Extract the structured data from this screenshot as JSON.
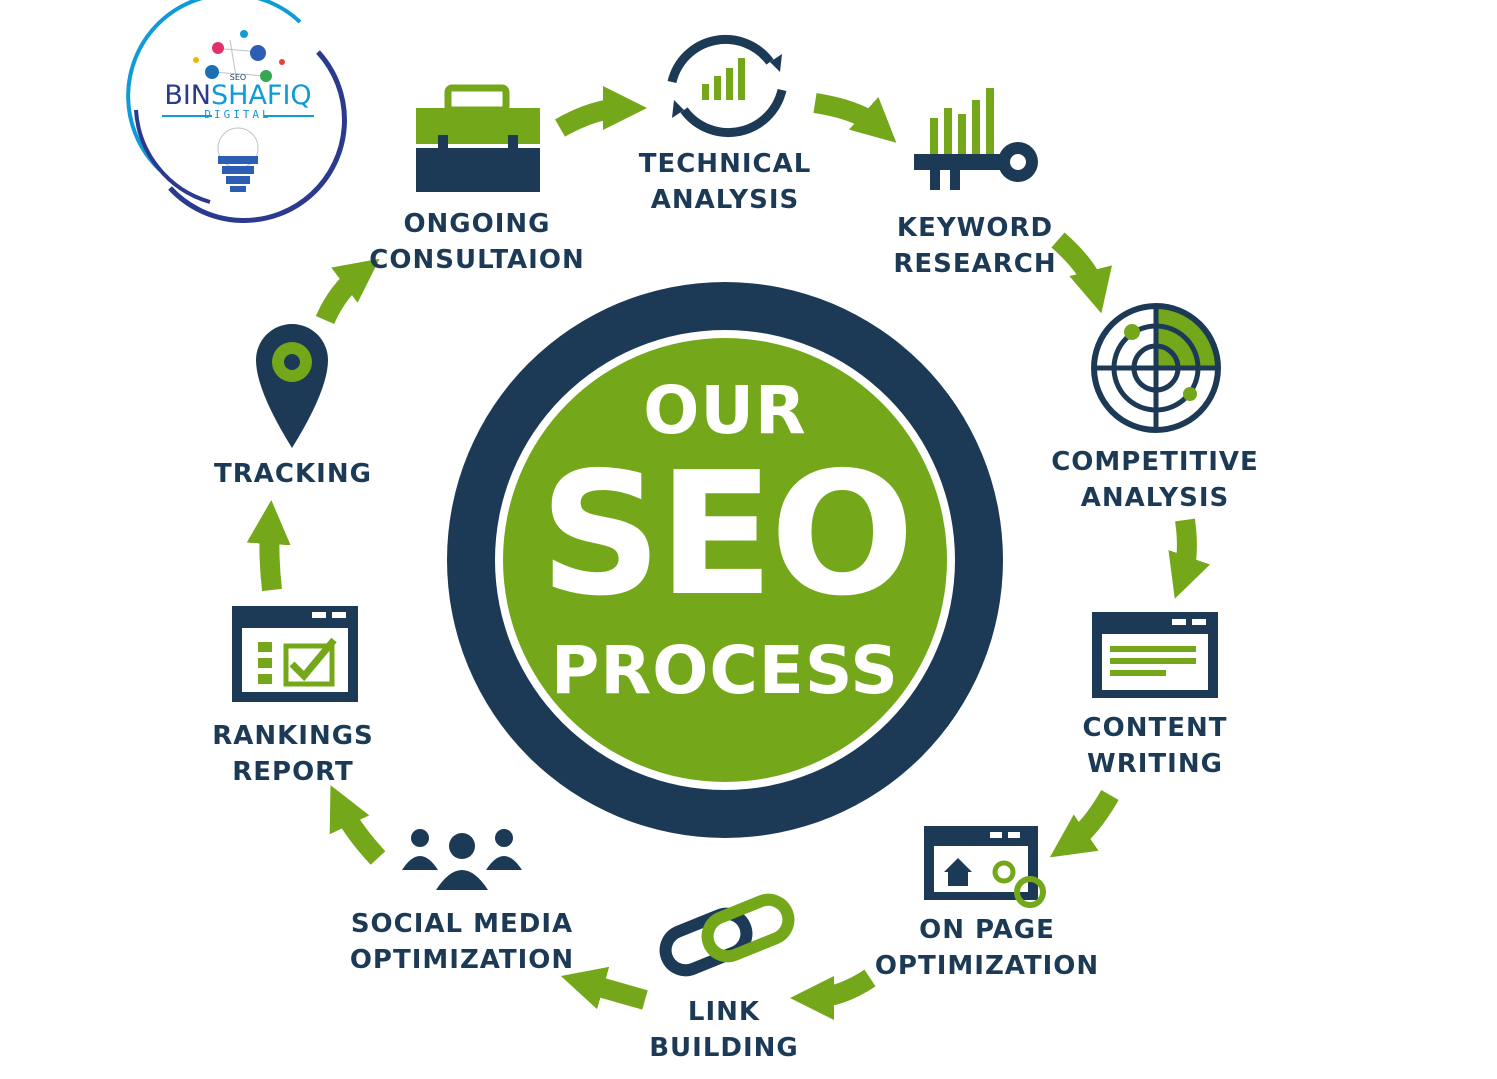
{
  "logo": {
    "name_part1": "BIN",
    "name_part2": "SHAFIQ",
    "subtitle": "DIGITAL",
    "icon_text": "SEO",
    "colors": {
      "ring": "#2b3a8f",
      "accent": "#0e9bd8"
    }
  },
  "center": {
    "line1": "OUR",
    "line2": "SEO",
    "line3": "PROCESS"
  },
  "steps": [
    {
      "id": "technical-analysis",
      "line1": "TECHNICAL",
      "line2": "ANALYSIS",
      "icon": "chart-refresh-icon"
    },
    {
      "id": "keyword-research",
      "line1": "KEYWORD",
      "line2": "RESEARCH",
      "icon": "chart-key-icon"
    },
    {
      "id": "competitive-analysis",
      "line1": "COMPETITIVE",
      "line2": "ANALYSIS",
      "icon": "radar-icon"
    },
    {
      "id": "content-writing",
      "line1": "CONTENT",
      "line2": "WRITING",
      "icon": "document-window-icon"
    },
    {
      "id": "on-page-optimization",
      "line1": "ON PAGE",
      "line2": "OPTIMIZATION",
      "icon": "browser-gears-icon"
    },
    {
      "id": "link-building",
      "line1": "LINK",
      "line2": "BUILDING",
      "icon": "chain-link-icon"
    },
    {
      "id": "social-media-optimization",
      "line1": "SOCIAL MEDIA",
      "line2": "OPTIMIZATION",
      "icon": "people-group-icon"
    },
    {
      "id": "rankings-report",
      "line1": "RANKINGS",
      "line2": "REPORT",
      "icon": "checklist-window-icon"
    },
    {
      "id": "tracking",
      "line1": "TRACKING",
      "line2": "",
      "icon": "map-pin-gear-icon"
    },
    {
      "id": "ongoing-consultation",
      "line1": "ONGOING",
      "line2": "CONSULTAION",
      "icon": "toolbox-icon"
    }
  ],
  "colors": {
    "navy": "#1c3a56",
    "green": "#74a81a",
    "white": "#ffffff"
  }
}
